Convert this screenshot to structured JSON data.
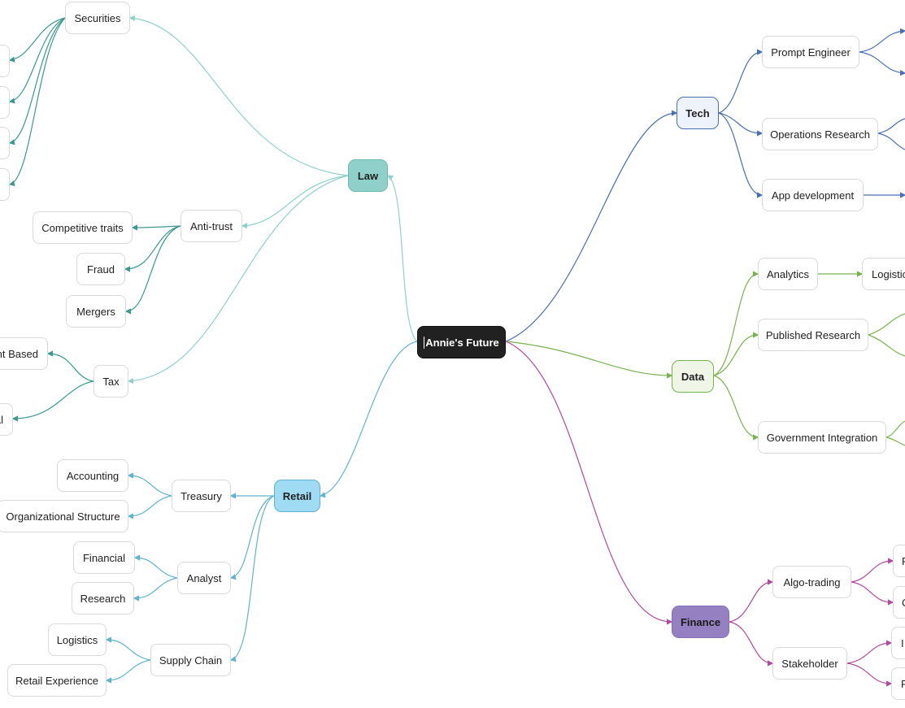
{
  "root": {
    "label": "Annie's Future"
  },
  "colors": {
    "tech": "#4a6fb0",
    "data": "#78b34e",
    "finance": "#b04aa0",
    "law": "#8fd1ca",
    "law_sub": "#3a9a8e",
    "retail": "#5fb3d0"
  },
  "branches": {
    "tech": {
      "label": "Tech",
      "children": [
        "Prompt Engineer",
        "Operations Research",
        "App development"
      ]
    },
    "data": {
      "label": "Data",
      "children": [
        "Analytics",
        "Published Research",
        "Government Integration"
      ],
      "analytics_child": "Logistic"
    },
    "finance": {
      "label": "Finance",
      "children": [
        "Algo-trading",
        "Stakeholder"
      ],
      "algo_children": [
        "F",
        "C"
      ],
      "stake_children": [
        "I",
        "F"
      ]
    },
    "law": {
      "label": "Law",
      "securities": "Securities",
      "antitrust": "Anti-trust",
      "antitrust_children": [
        "Competitive traits",
        "Fraud",
        "Mergers"
      ],
      "tax": "Tax",
      "tax_children": [
        "nt Based",
        "al"
      ]
    },
    "retail": {
      "label": "Retail",
      "treasury": "Treasury",
      "treasury_children": [
        "Accounting",
        "Organizational Structure"
      ],
      "analyst": "Analyst",
      "analyst_children": [
        "Financial",
        "Research"
      ],
      "supply": "Supply Chain",
      "supply_children": [
        "Logistics",
        "Retail Experience"
      ]
    }
  }
}
